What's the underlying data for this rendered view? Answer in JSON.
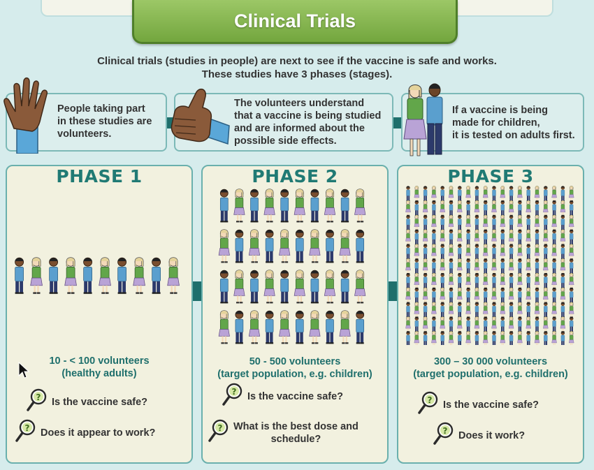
{
  "title": "Clinical Trials",
  "intro": {
    "line1": "Clinical trials (studies in people) are next to see if the vaccine is safe and works.",
    "line2": "These studies have 3 phases (stages)."
  },
  "info_boxes": [
    {
      "lines": [
        "People taking part",
        "in these studies are",
        "volunteers."
      ],
      "icon": "raised-hand-icon"
    },
    {
      "lines": [
        "The volunteers understand",
        "that a vaccine is being studied",
        "and are informed about the",
        "possible side effects."
      ],
      "icon": "thumbs-up-icon"
    },
    {
      "lines": [
        "If a vaccine is being",
        "made for children,",
        "it is tested on adults first."
      ],
      "icon": "adult-couple-icon"
    }
  ],
  "phases": [
    {
      "title": "PHASE 1",
      "volunteers": [
        "10 - < 100 volunteers",
        "(healthy adults)"
      ],
      "questions": [
        [
          "Is the vaccine safe?"
        ],
        [
          "Does it appear to work?"
        ]
      ]
    },
    {
      "title": "PHASE 2",
      "volunteers": [
        "50 - 500 volunteers",
        "(target population, e.g. children)"
      ],
      "questions": [
        [
          "Is the vaccine safe?"
        ],
        [
          "What is the best dose and",
          "schedule?"
        ]
      ]
    },
    {
      "title": "PHASE 3",
      "volunteers": [
        "300 – 30 000 volunteers",
        "(target population, e.g. children)"
      ],
      "questions": [
        [
          "Is the vaccine safe?"
        ],
        [
          "Does it work?"
        ]
      ]
    }
  ],
  "colors": {
    "banner_green": "#7fb24a",
    "teal": "#1f6f6c",
    "phase_title": "#207a74",
    "boy_shirt": "#5a9fce",
    "girl_shirt": "#62a64a",
    "girl_skirt": "#b9a3d6"
  }
}
